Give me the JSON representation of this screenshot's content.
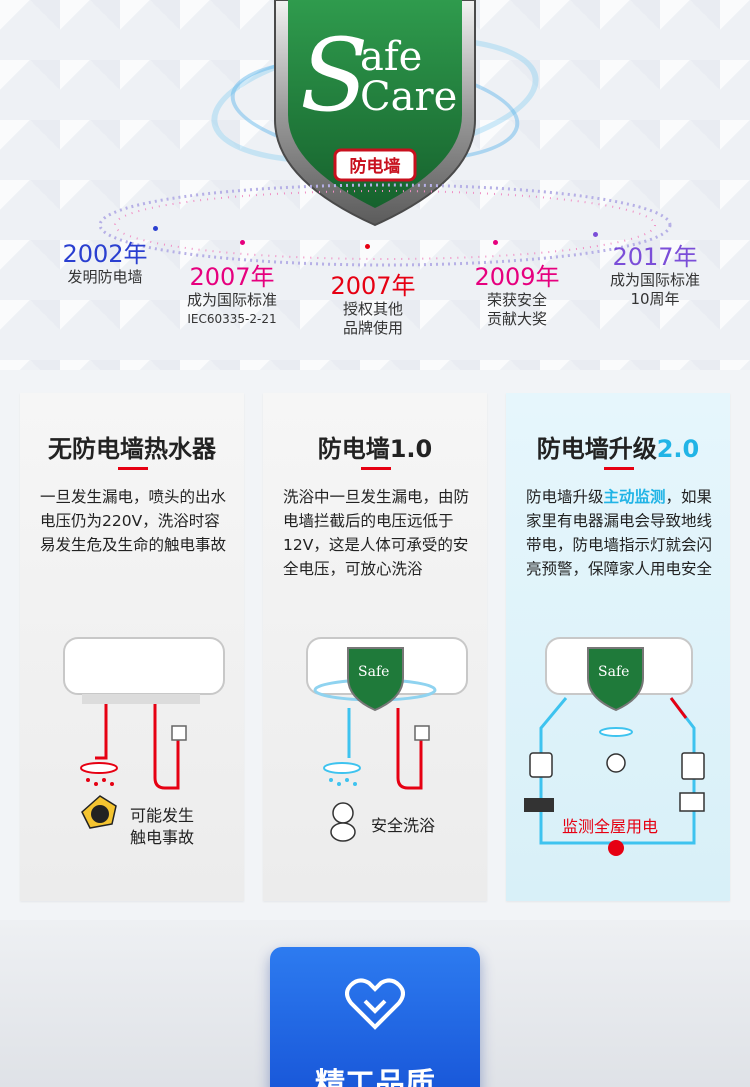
{
  "logo": {
    "text_line1": "afe",
    "text_line2": "Care",
    "initial": "S",
    "badge": "防电墙"
  },
  "timeline": [
    {
      "year": "2002年",
      "desc": [
        "发明防电墙"
      ],
      "sub": "",
      "color": "#2a3fd0"
    },
    {
      "year": "2007年",
      "desc": [
        "成为国际标准"
      ],
      "sub": "IEC60335-2-21",
      "color": "#e6007e"
    },
    {
      "year": "2007年",
      "desc": [
        "授权其他",
        "品牌使用"
      ],
      "sub": "",
      "color": "#e60012"
    },
    {
      "year": "2009年",
      "desc": [
        "荣获安全",
        "贡献大奖"
      ],
      "sub": "",
      "color": "#e6007e"
    },
    {
      "year": "2017年",
      "desc": [
        "成为国际标准",
        "10周年"
      ],
      "sub": "",
      "color": "#7b4ed8"
    }
  ],
  "panels": [
    {
      "title": "无防电墙热水器",
      "title_accent": "",
      "body": "一旦发生漏电，喷头的出水电压仍为220V，洗浴时容易发生危及生命的触电事故",
      "caption": [
        "可能发生",
        "触电事故"
      ]
    },
    {
      "title": "防电墙1.0",
      "title_accent": "",
      "body": "洗浴中一旦发生漏电，由防电墙拦截后的电压远低于12V，这是人体可承受的安全电压，可放心洗浴",
      "caption": [
        "安全洗浴"
      ]
    },
    {
      "title": "防电墙升级",
      "title_accent": "2.0",
      "body_pre": "防电墙升级",
      "body_hl": "主动监测",
      "body_post": "，如果家里有电器漏电会导致地线带电，防电墙指示灯就会闪亮预警，保障家人用电安全",
      "caption": [
        "监测全屋用电"
      ]
    }
  ],
  "bottom": {
    "badge_label": "精工品质"
  },
  "colors": {
    "shield_green": "#1f7a3a",
    "red_line": "#e60012",
    "blue_line": "#3ec3ef",
    "accent_blue": "#21b4e6"
  }
}
